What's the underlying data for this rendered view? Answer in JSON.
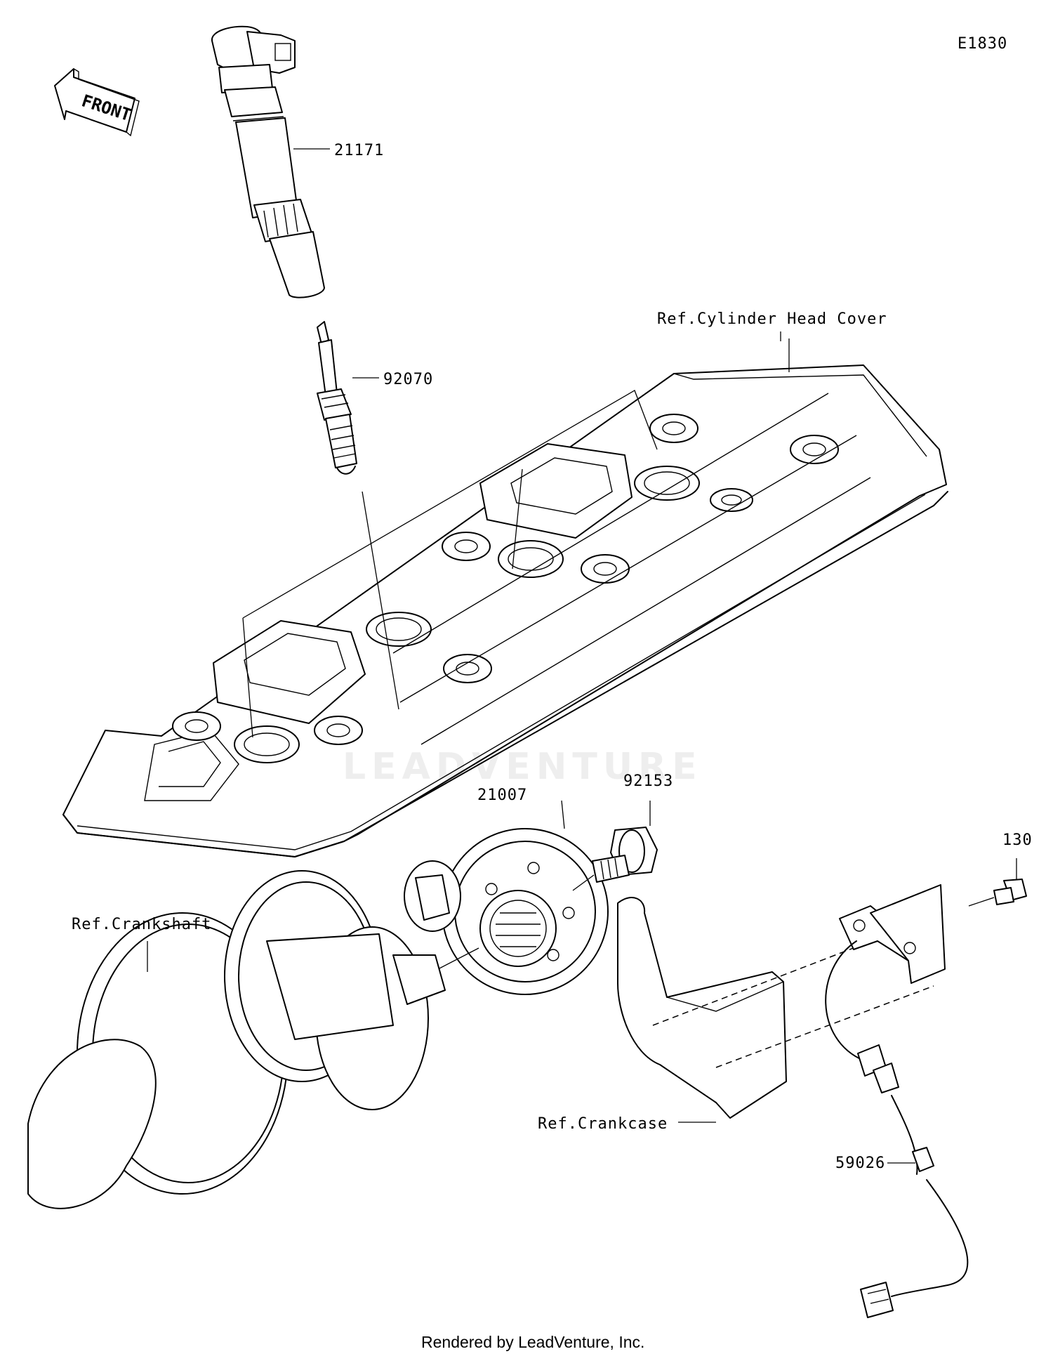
{
  "diagram": {
    "code": "E1830",
    "front_label": "FRONT",
    "parts": [
      {
        "number": "21171"
      },
      {
        "number": "92070"
      },
      {
        "number": "92153"
      },
      {
        "number": "21007"
      },
      {
        "number": "130"
      },
      {
        "number": "59026"
      }
    ],
    "references": [
      {
        "text": "Ref.Cylinder Head Cover"
      },
      {
        "text": "Ref.Crankshaft"
      },
      {
        "text": "Ref.Crankcase"
      }
    ],
    "watermark": "LEADVENTURE",
    "footer": "Rendered by LeadVenture, Inc."
  }
}
